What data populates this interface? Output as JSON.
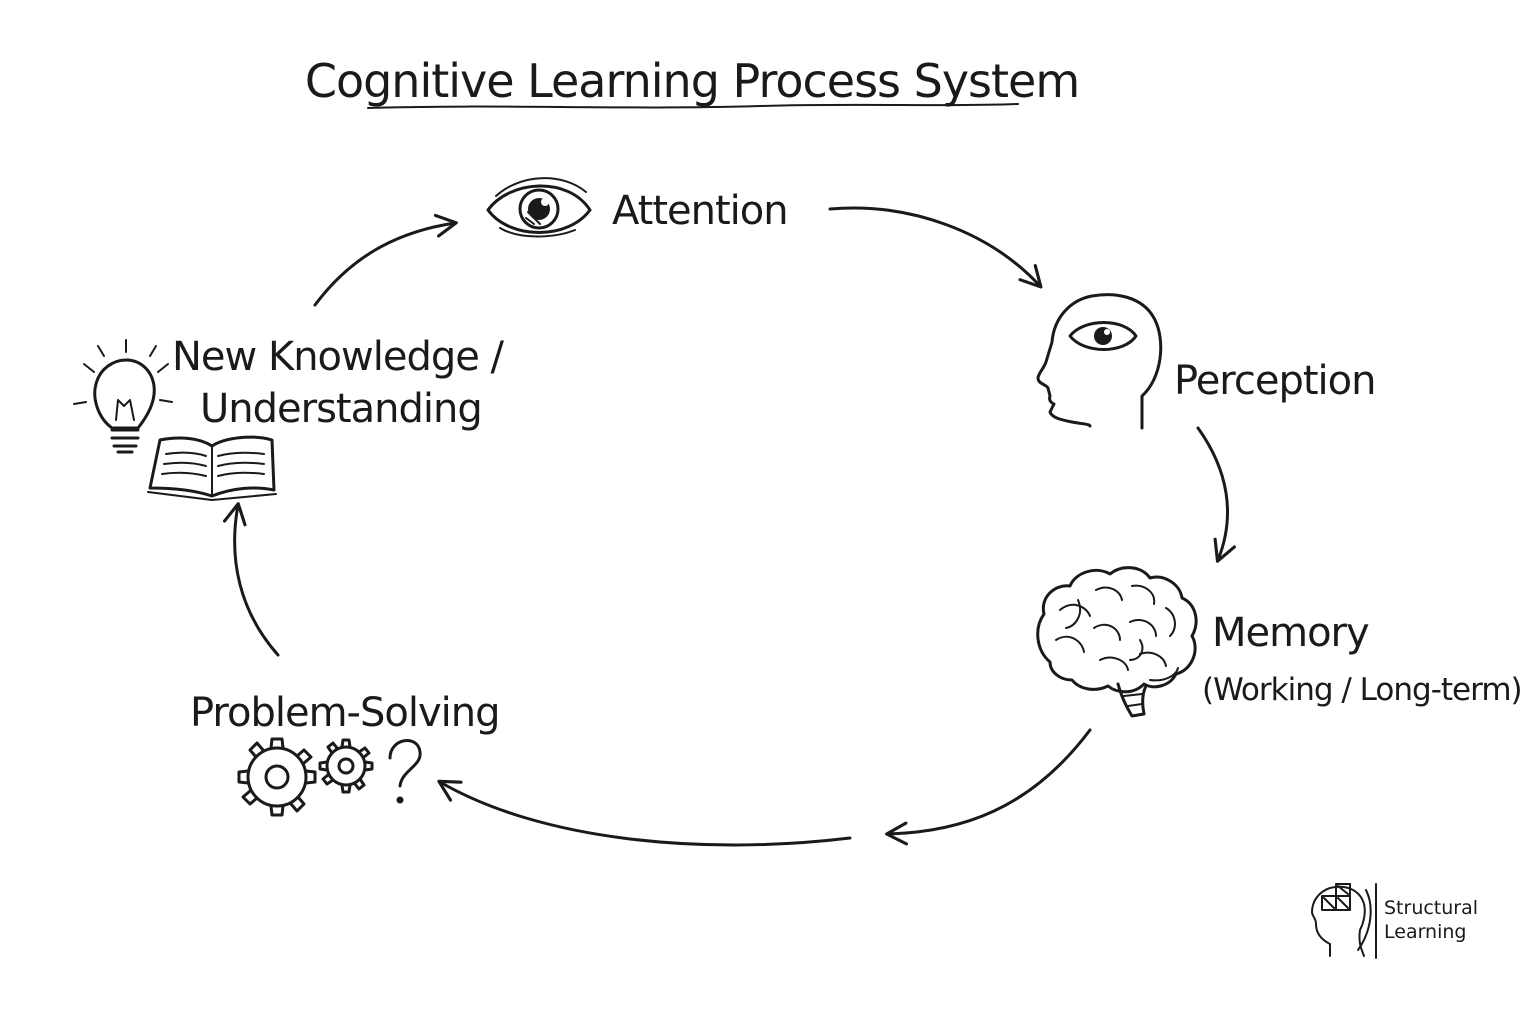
{
  "title": "Cognitive Learning Process System",
  "stages": {
    "attention": {
      "label": "Attention",
      "icon": "eye-icon"
    },
    "perception": {
      "label": "Perception",
      "icon": "head-with-eye-icon"
    },
    "memory": {
      "label": "Memory",
      "sublabel": "(Working / Long-term)",
      "icon": "brain-icon"
    },
    "problem_solving": {
      "label": "Problem-Solving",
      "icon": "gears-question-icon"
    },
    "new_knowledge": {
      "line1": "New Knowledge /",
      "line2": "Understanding",
      "icon": "lightbulb-book-icon"
    }
  },
  "logo": {
    "line1": "Structural",
    "line2": "Learning",
    "icon": "head-puzzle-logo-icon"
  },
  "colors": {
    "ink": "#1a1a1a",
    "background": "#ffffff"
  }
}
